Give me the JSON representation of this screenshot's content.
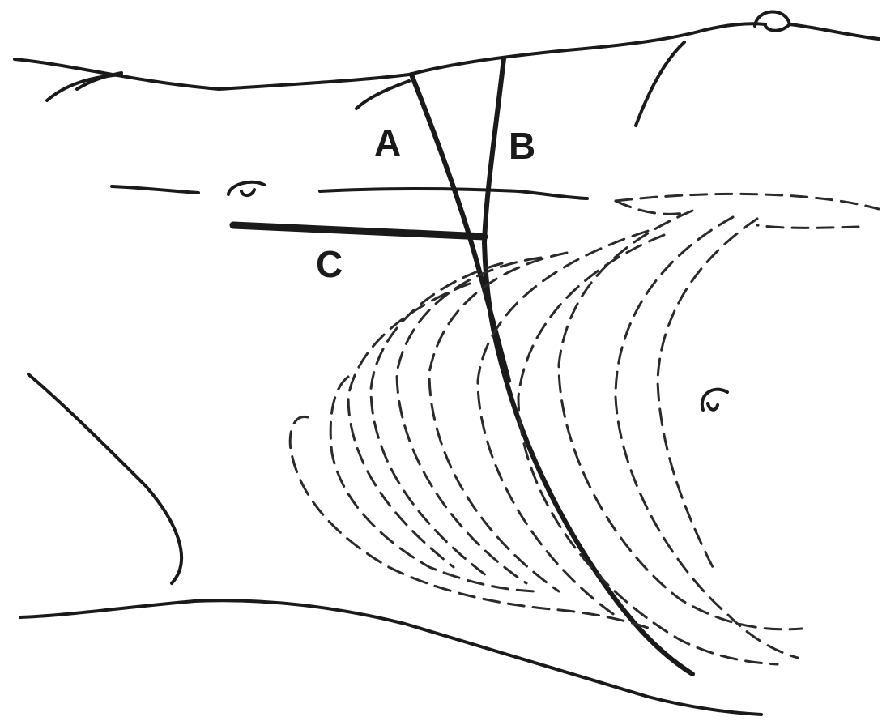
{
  "labels": {
    "a": "A",
    "b": "B",
    "c": "C"
  },
  "colors": {
    "ink": "#1a1a1a",
    "paper": "#ffffff"
  }
}
